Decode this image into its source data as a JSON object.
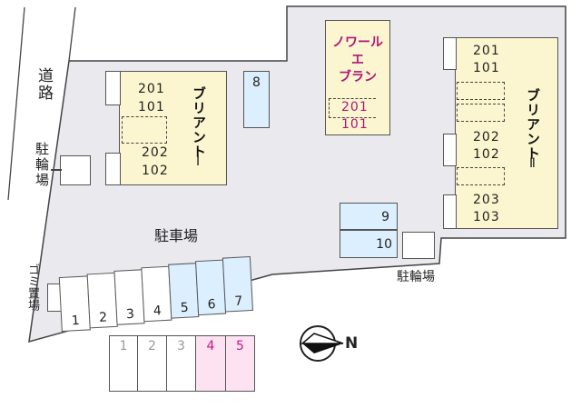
{
  "road_label": "道路",
  "parking_area_label": "駐車場",
  "bike_parking_label": "駐輪場",
  "garbage_label": "ゴミ置場",
  "compass_label": "N",
  "buildings": {
    "briant1": {
      "name": "ブリアント",
      "numeral": "Ⅰ",
      "units": [
        "201",
        "101",
        "202",
        "102"
      ]
    },
    "noir": {
      "name_lines": [
        "ノワール",
        "エ",
        "ブラン"
      ],
      "units": [
        "201",
        "101"
      ]
    },
    "briant2": {
      "name": "ブリアント",
      "numeral": "Ⅱ",
      "units": [
        "201",
        "101",
        "202",
        "102",
        "203",
        "103"
      ]
    }
  },
  "parking_spaces": {
    "top_small": "8",
    "right_pair": [
      "9",
      "10"
    ],
    "row_lower": [
      "1",
      "2",
      "3",
      "4",
      "5",
      "6",
      "7"
    ],
    "row_outside": [
      "1",
      "2",
      "3",
      "4",
      "5"
    ]
  },
  "colors": {
    "lot_gray": "#e9e9ee",
    "building_yellow": "#fbf6cf",
    "space_blue": "#dcefff",
    "space_pink": "#fde2f2",
    "noir_text": "#b0147a",
    "pink_number": "#c8197f"
  }
}
